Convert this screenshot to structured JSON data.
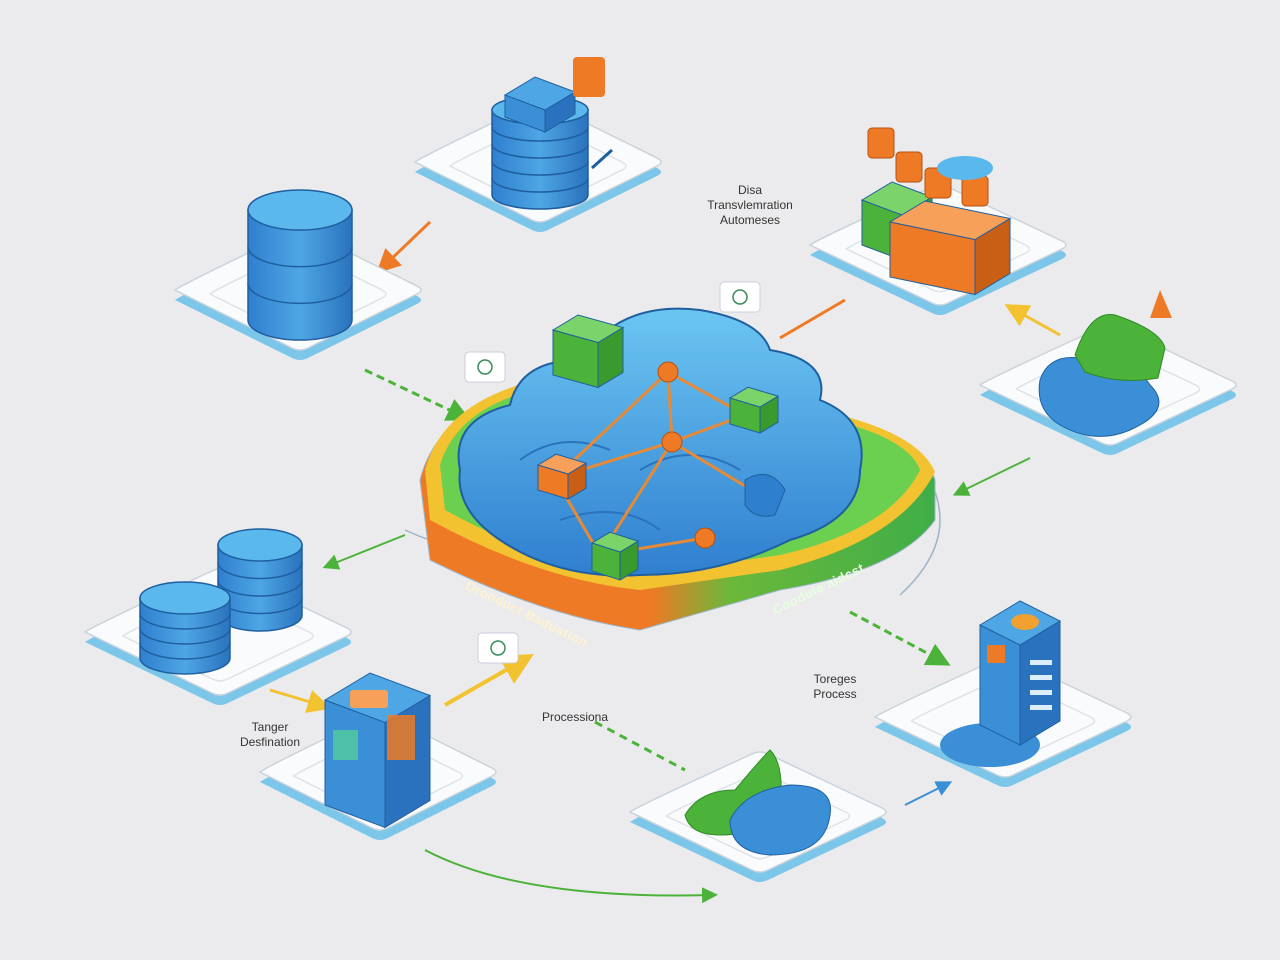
{
  "colors": {
    "background": "#ebebed",
    "tile": "#fafbfc",
    "tile_edge": "#7cc6ea",
    "blue": "#3a8fd6",
    "light_blue": "#5bb8ec",
    "green": "#4cb33a",
    "orange": "#ee7a25",
    "yellow": "#f2c230"
  },
  "labels": {
    "data_transformation": [
      "Disa",
      "Transvlemration",
      "Automeses"
    ],
    "target_process": [
      "Toreges",
      "Process"
    ],
    "processing": "Processiona",
    "target_destination": [
      "Tanger",
      "Desfination"
    ],
    "platform_left": "Drooduct Baduation",
    "platform_right": "Coodule aidcst"
  }
}
